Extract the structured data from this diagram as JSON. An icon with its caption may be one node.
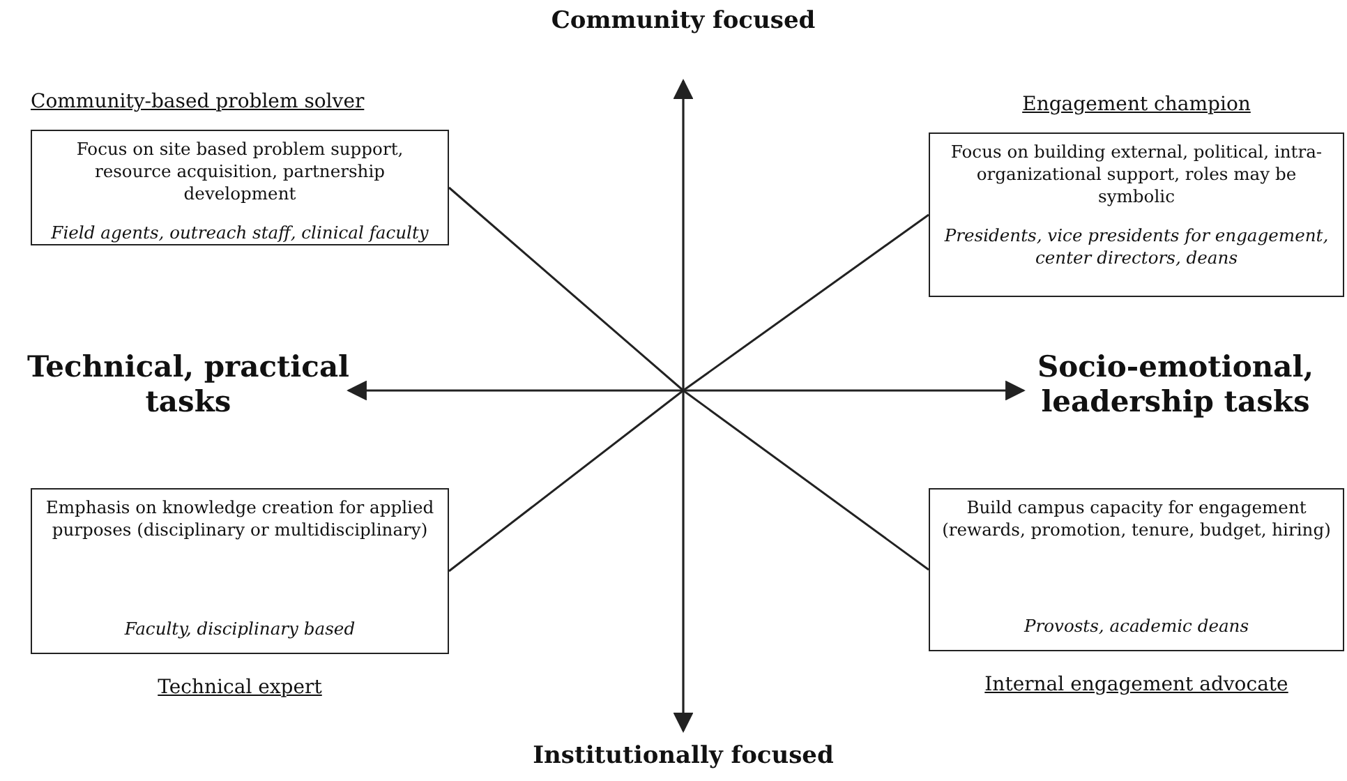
{
  "diagram": {
    "nodes": [
      {
        "text": [
          "Community-based problem solver",
          "Focus on site based problem support, resource acquisition, partnership development",
          "Field agents, outreach staff, clinical faculty"
        ]
      },
      {
        "text": [
          "Engagement champion",
          "Focus on building external, political, intra-organizational support, roles may be symbolic",
          "Presidents, vice presidents for engagement, center directors, deans"
        ]
      },
      {
        "text": [
          "Emphasis on knowledge creation for applied purposes (disciplinary or multidisciplinary)",
          "Faculty, disciplinary based",
          "Technical expert"
        ]
      },
      {
        "text": [
          "Build campus capacity for engagement (rewards, promotion, tenure, budget, hiring)",
          "Provosts, academic deans",
          "Internal engagement advocate"
        ]
      }
    ],
    "edges": [
      {
        "from": 0,
        "to": 3,
        "arrow": "none"
      },
      {
        "from": 1,
        "to": 2,
        "arrow": "none"
      }
    ],
    "labels": [
      "Community focused",
      "Technical, practical tasks",
      "Socio-emotional, leadership tasks",
      "Institutionally focused"
    ]
  }
}
